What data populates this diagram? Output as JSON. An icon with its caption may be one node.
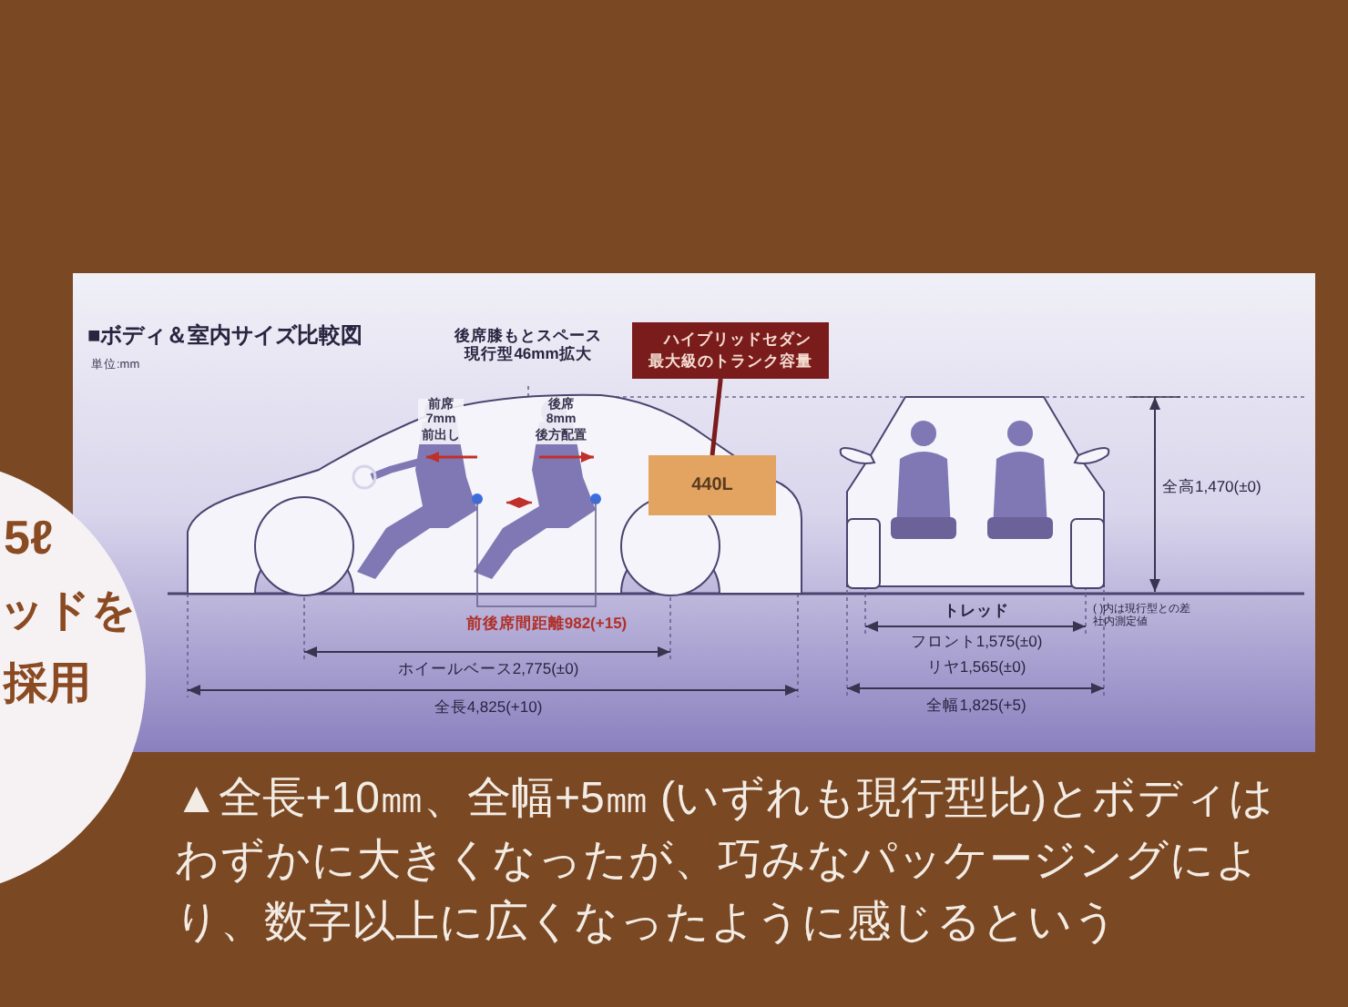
{
  "diagram": {
    "title": "■ボディ＆室内サイズ比較図",
    "caption": "▲全長+10㎜、全幅+5㎜ (いずれも現行型比)とボディはわずかに大きくなったが、巧みなパッケージングにより、数字以上に広くなったように感じるという",
    "nodes": [
      {
        "text": [
          "ハイブリッドセダン最大級のトランク容量"
        ]
      },
      {
        "text": [
          "440L"
        ]
      }
    ],
    "edges": [
      {
        "from": 0,
        "to": 1,
        "arrow": "none"
      }
    ],
    "labels": [
      "単位:mm",
      "後席膝もとスペース現行型46mm拡大",
      "前席7mm前出し",
      "後席8mm後方配置",
      "全高1,470(±0)",
      "前後席間距離982(+15)",
      "( )内は現行型との差社内測定値",
      "トレッド",
      "フロント1,575(±0)",
      "リヤ1,565(±0)",
      "ホイールベース2,775(±0)",
      "全長4,825(+10)",
      "全幅1,825(+5)",
      "5ℓ",
      "ッドを",
      "採用"
    ]
  }
}
